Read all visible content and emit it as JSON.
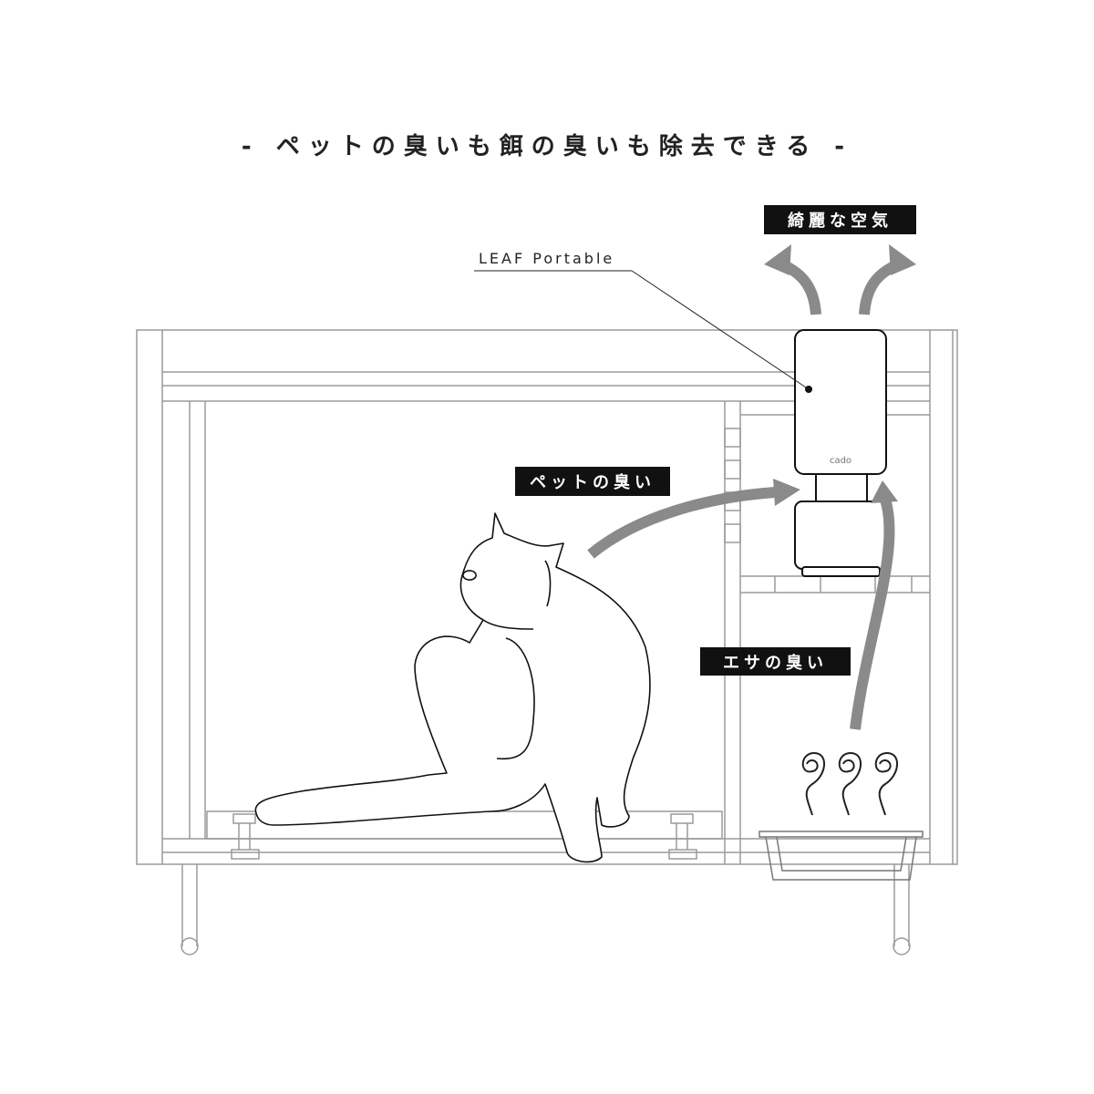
{
  "title": "- ペットの臭いも餌の臭いも除去できる -",
  "labels": {
    "clean_air": "綺麗な空気",
    "pet_odor": "ペットの臭い",
    "food_odor": "エサの臭い",
    "product": "LEAF Portable",
    "brand_logo": "cado"
  },
  "colors": {
    "arrow": "#8a8a8a",
    "tag_bg": "#111111",
    "line": "#999999"
  }
}
